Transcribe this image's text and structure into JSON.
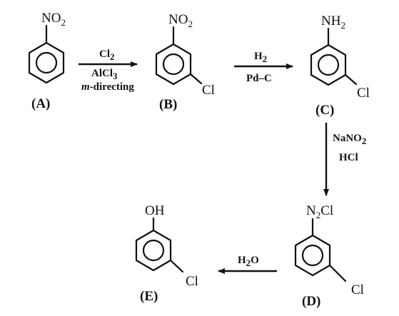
{
  "compounds": {
    "A": {
      "label": "(A)",
      "group_main": "NO",
      "group_sub": "2"
    },
    "B": {
      "label": "(B)",
      "group_main": "NO",
      "group_sub": "2",
      "substituent": "Cl"
    },
    "C": {
      "label": "(C)",
      "group_main": "NH",
      "group_sub": "2",
      "substituent": "Cl"
    },
    "D": {
      "label": "(D)",
      "group_pre": "N",
      "group_sub": "2",
      "group_post": "Cl",
      "substituent": "Cl"
    },
    "E": {
      "label": "(E)",
      "group_main": "OH",
      "substituent": "Cl"
    }
  },
  "reactions": {
    "A_to_B": {
      "reagent1_main": "Cl",
      "reagent1_sub": "2",
      "reagent2_main": "AlCl",
      "reagent2_sub": "3",
      "reagent3_italic": "m",
      "reagent3_rest": "-directing"
    },
    "B_to_C": {
      "reagent1_main": "H",
      "reagent1_sub": "2",
      "reagent2": "Pd–C"
    },
    "C_to_D": {
      "reagent1_main": "NaNO",
      "reagent1_sub": "2",
      "reagent2": "HCl"
    },
    "D_to_E": {
      "reagent1_pre": "H",
      "reagent1_sub": "2",
      "reagent1_post": "O"
    }
  }
}
